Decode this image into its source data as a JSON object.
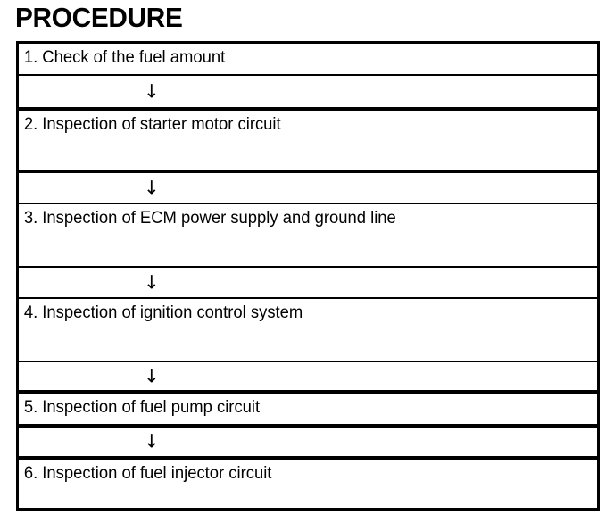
{
  "page": {
    "title": "PROCEDURE",
    "background_color": "#ffffff",
    "line_color": "#000000",
    "text_color": "#000000"
  },
  "flowchart": {
    "arrow_glyph": "↓",
    "arrow_icon_name": "down-arrow-icon",
    "steps": [
      {
        "number": "1.",
        "text": "1. Check of the fuel amount"
      },
      {
        "number": "2.",
        "text": "2. Inspection of starter motor circuit"
      },
      {
        "number": "3.",
        "text": "3. Inspection of ECM power supply and ground line"
      },
      {
        "number": "4.",
        "text": "4. Inspection of ignition control system"
      },
      {
        "number": "5.",
        "text": "5. Inspection of fuel pump circuit"
      },
      {
        "number": "6.",
        "text": "6. Inspection of fuel injector circuit"
      }
    ]
  }
}
